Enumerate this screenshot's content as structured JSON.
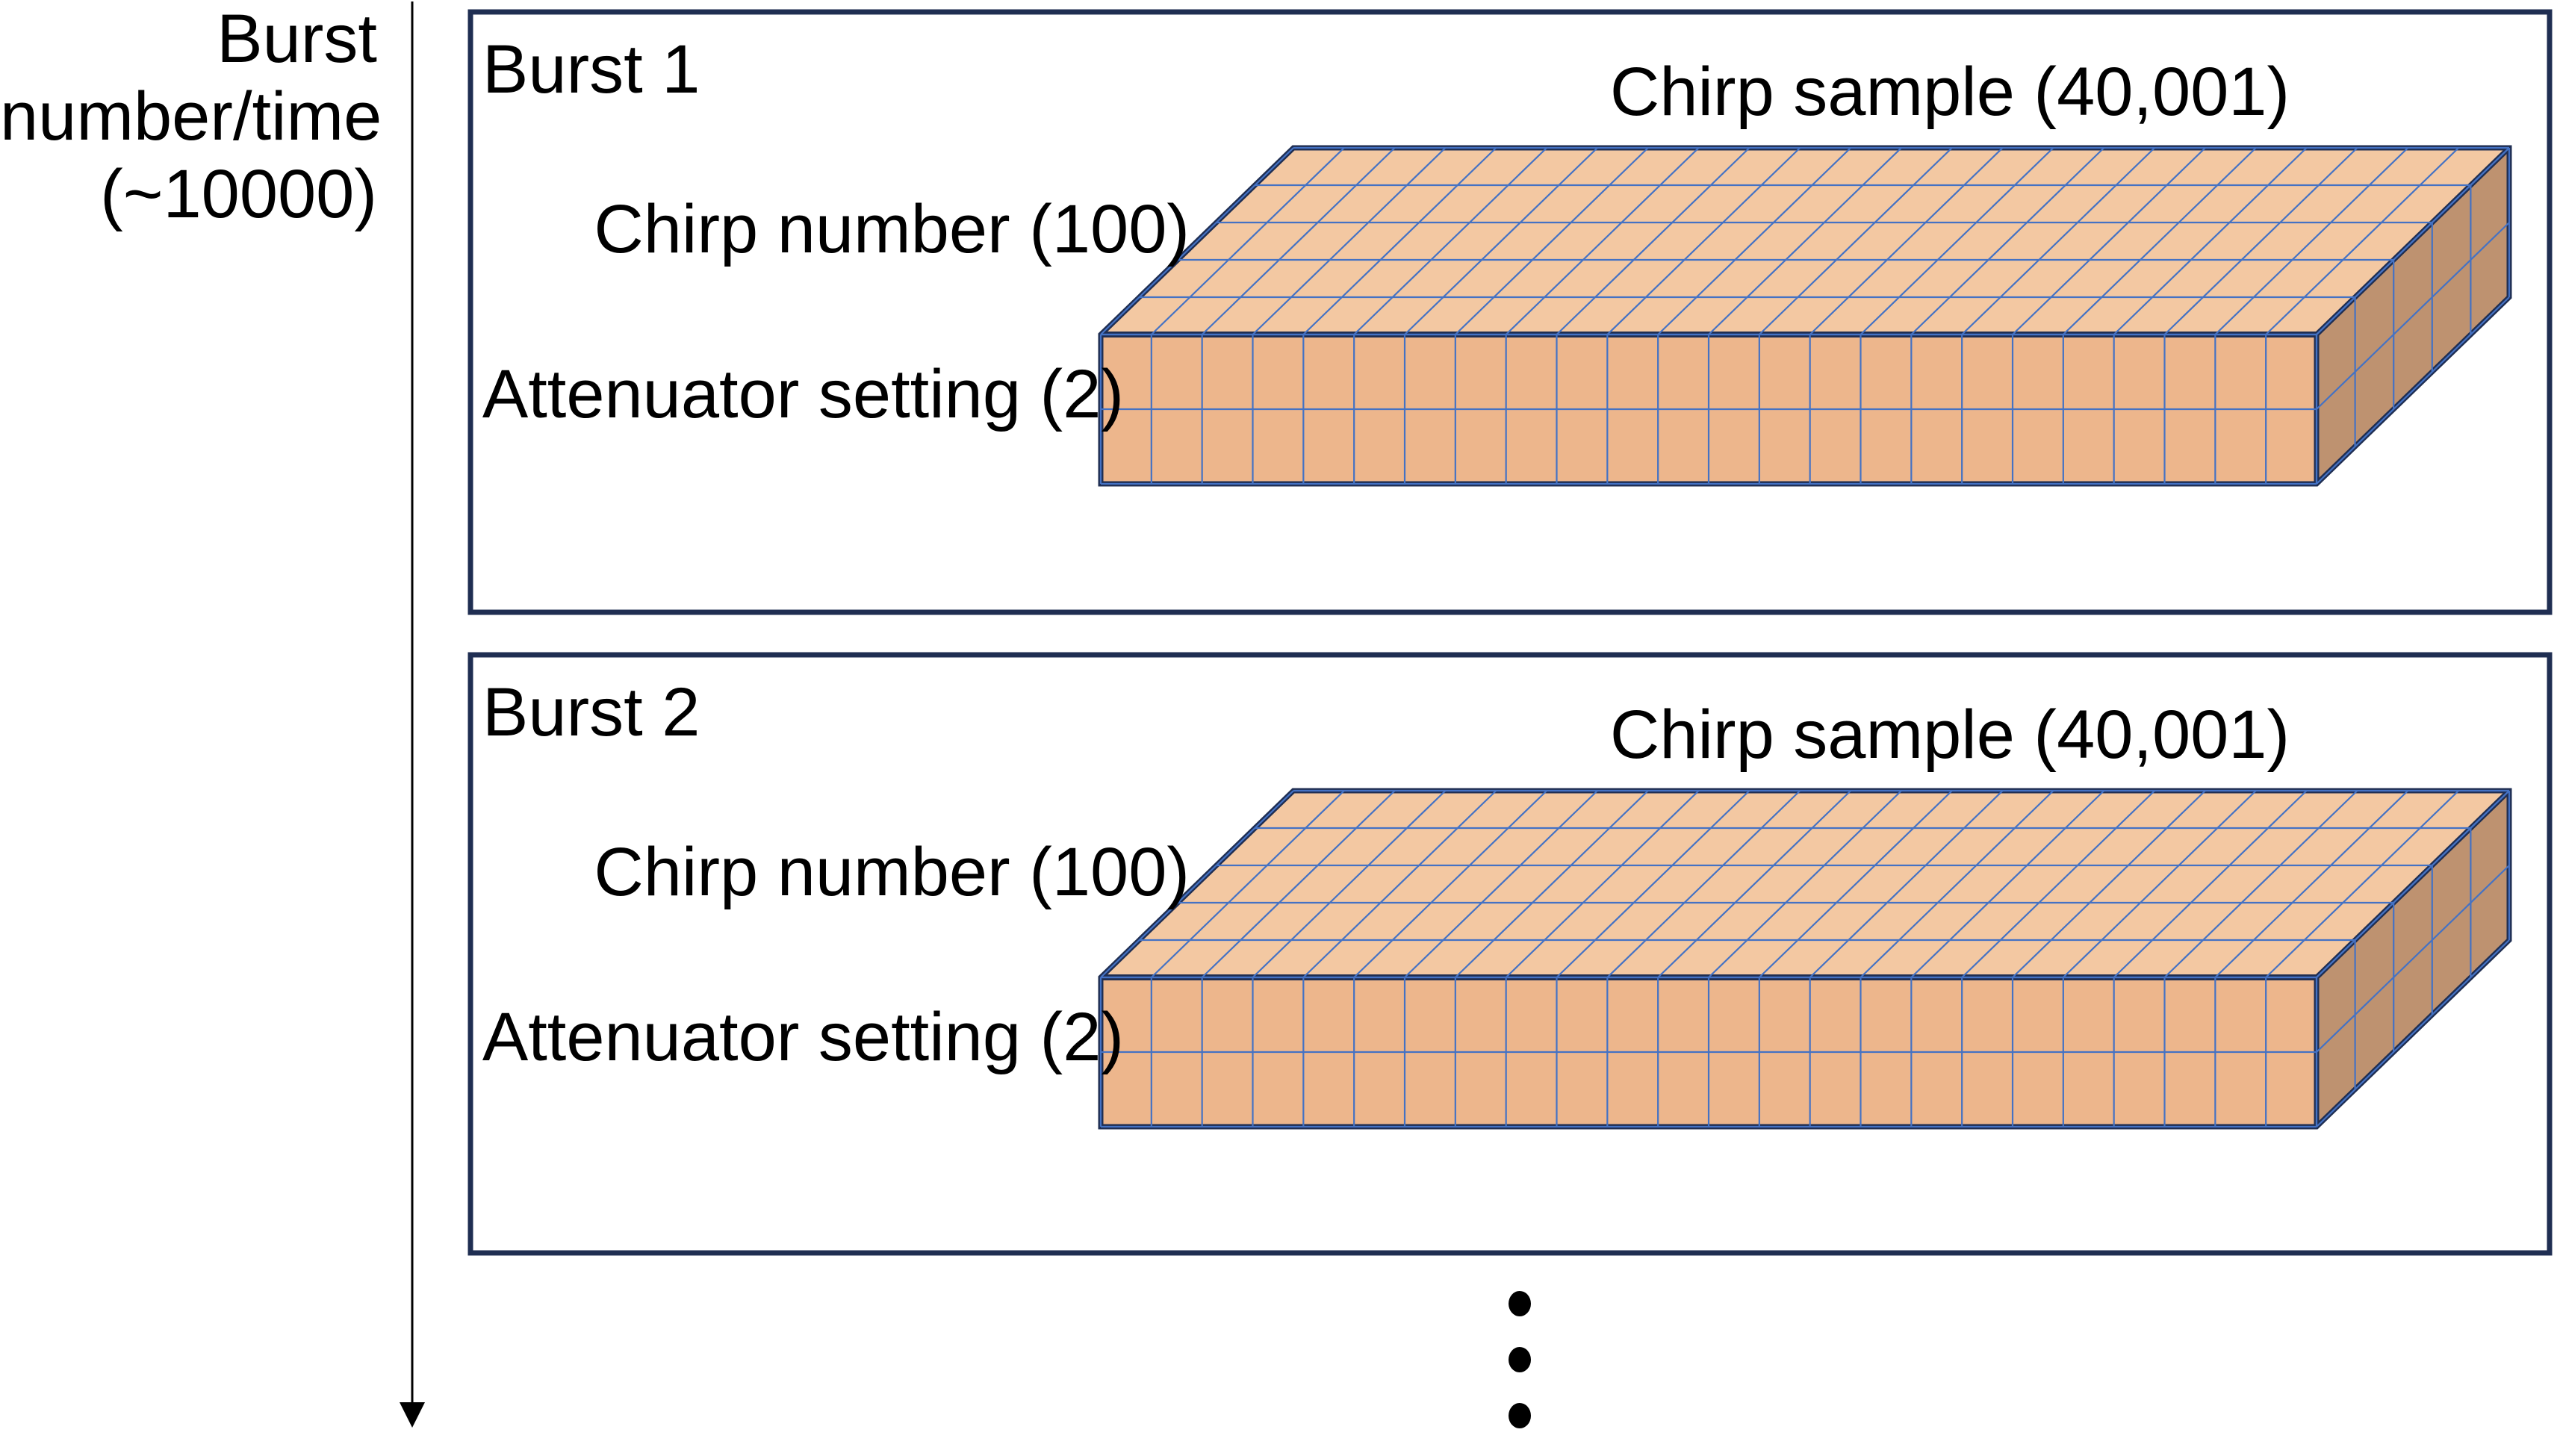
{
  "figure": {
    "left_axis": {
      "lines": [
        "Burst",
        "number/time",
        "(~10000)"
      ]
    },
    "bursts": [
      {
        "title": "Burst 1",
        "chirp_sample": "Chirp sample (40,001)",
        "chirp_number": "Chirp number (100)",
        "attenuator": "Attenuator setting (2)"
      },
      {
        "title": "Burst 2",
        "chirp_sample": "Chirp sample (40,001)",
        "chirp_number": "Chirp number (100)",
        "attenuator": "Attenuator setting (2)"
      }
    ],
    "ellipsis_dots": 3,
    "grid": {
      "columns": 24,
      "top_rows": 5,
      "front_rows": 2
    },
    "colors": {
      "top_face": "#F3C8A2",
      "front_face": "#EDB68C",
      "side_face": "#BE9270",
      "grid_line": "#4472C4",
      "outline": "#1F2E52",
      "box_border": "#1F2E52",
      "arrow": "#000000",
      "dots": "#000000"
    }
  }
}
